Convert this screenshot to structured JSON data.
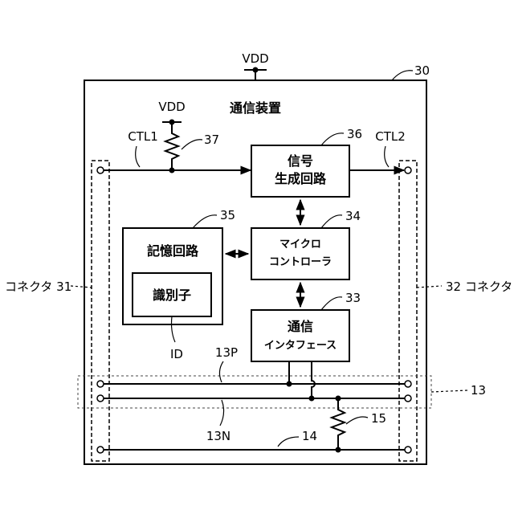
{
  "labels": {
    "vdd_top": "VDD",
    "ref_30": "30",
    "device_title": "通信装置",
    "vdd_inner": "VDD",
    "ctl1": "CTL1",
    "ctl2": "CTL2",
    "ref_37": "37",
    "ref_36": "36",
    "ref_35": "35",
    "ref_34": "34",
    "ref_33": "33",
    "connector_left": "コネクタ 31",
    "connector_right": "32 コネクタ",
    "ref_13": "13",
    "ref_13p": "13P",
    "ref_13n": "13N",
    "ref_14": "14",
    "ref_15": "15",
    "id": "ID"
  },
  "blocks": {
    "signal_gen": {
      "line1": "信号",
      "line2": "生成回路"
    },
    "memory": {
      "label": "記憶回路"
    },
    "identifier": {
      "label": "識別子"
    },
    "mcu": {
      "line1": "マイクロ",
      "line2": "コントローラ"
    },
    "comm_if": {
      "line1": "通信",
      "line2": "インタフェース"
    }
  }
}
